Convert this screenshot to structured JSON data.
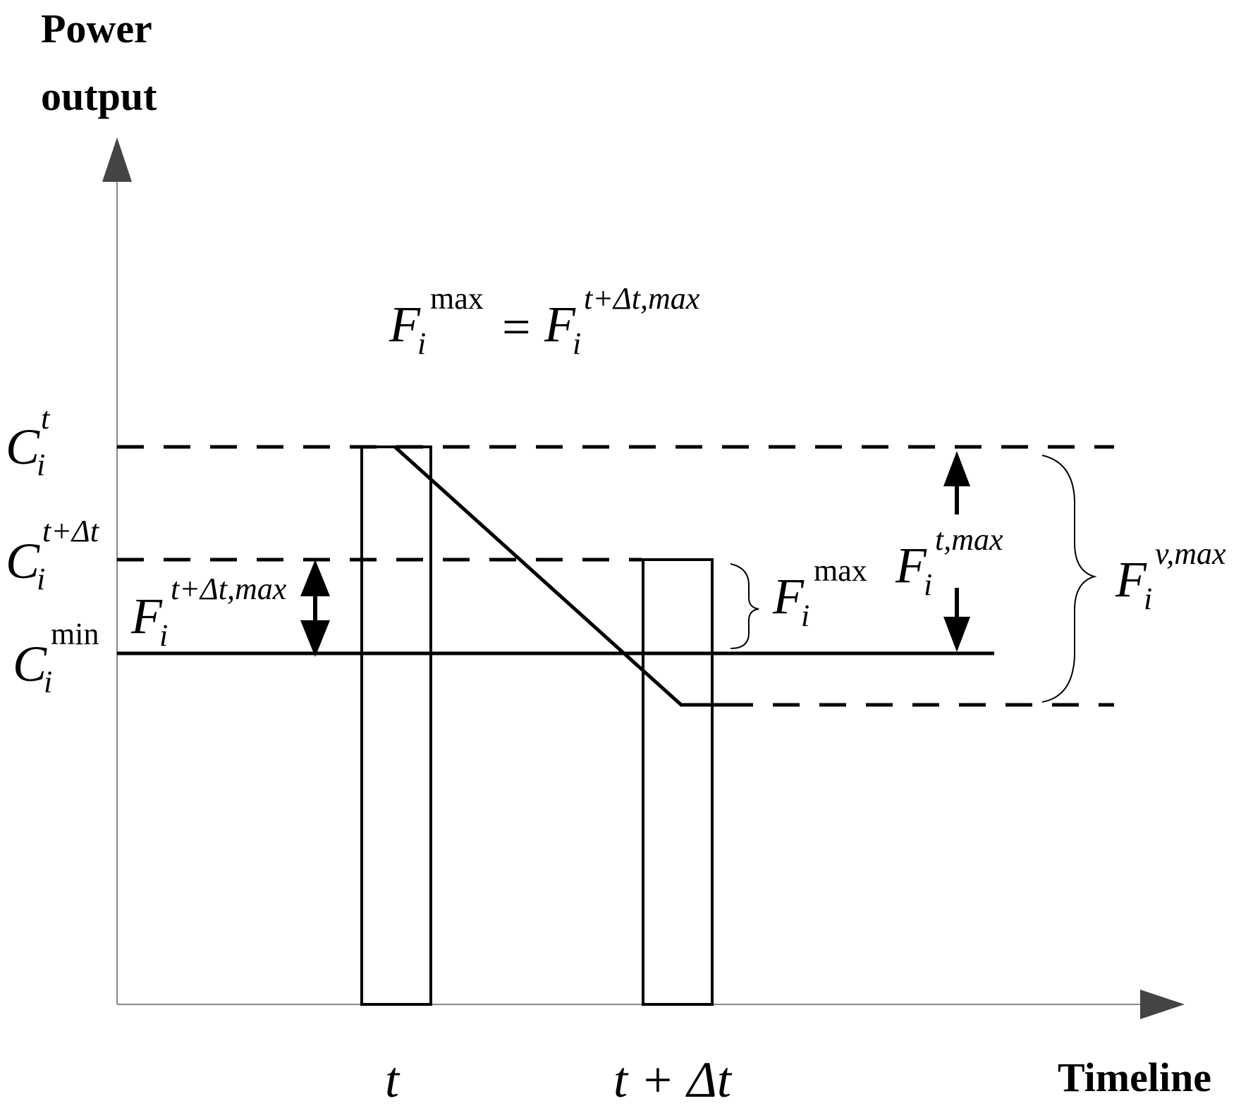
{
  "axes": {
    "y_title_line1": "Power",
    "y_title_line2": "output",
    "x_title": "Timeline"
  },
  "levels": {
    "c_t": {
      "base": "C",
      "sub": "i",
      "sup": "t"
    },
    "c_t_dt": {
      "base": "C",
      "sub": "i",
      "sup": "t+Δt"
    },
    "c_min": {
      "base": "C",
      "sub": "i",
      "sup": "min"
    }
  },
  "ticks": {
    "t": "t",
    "t_dt": "t + Δt"
  },
  "formula": {
    "lhs_base": "F",
    "lhs_sub": "i",
    "lhs_sup": "max",
    "equals": "=",
    "rhs_base": "F",
    "rhs_sub": "i",
    "rhs_sup": "t+Δt,max"
  },
  "annotations": {
    "f_t_dt_max": {
      "base": "F",
      "sub": "i",
      "sup": "t+Δt,max"
    },
    "f_max": {
      "base": "F",
      "sub": "i",
      "sup": "max"
    },
    "f_t_max": {
      "base": "F",
      "sub": "i",
      "sup": "t,max"
    },
    "f_v_max": {
      "base": "F",
      "sub": "i",
      "sup": "v,max"
    }
  }
}
